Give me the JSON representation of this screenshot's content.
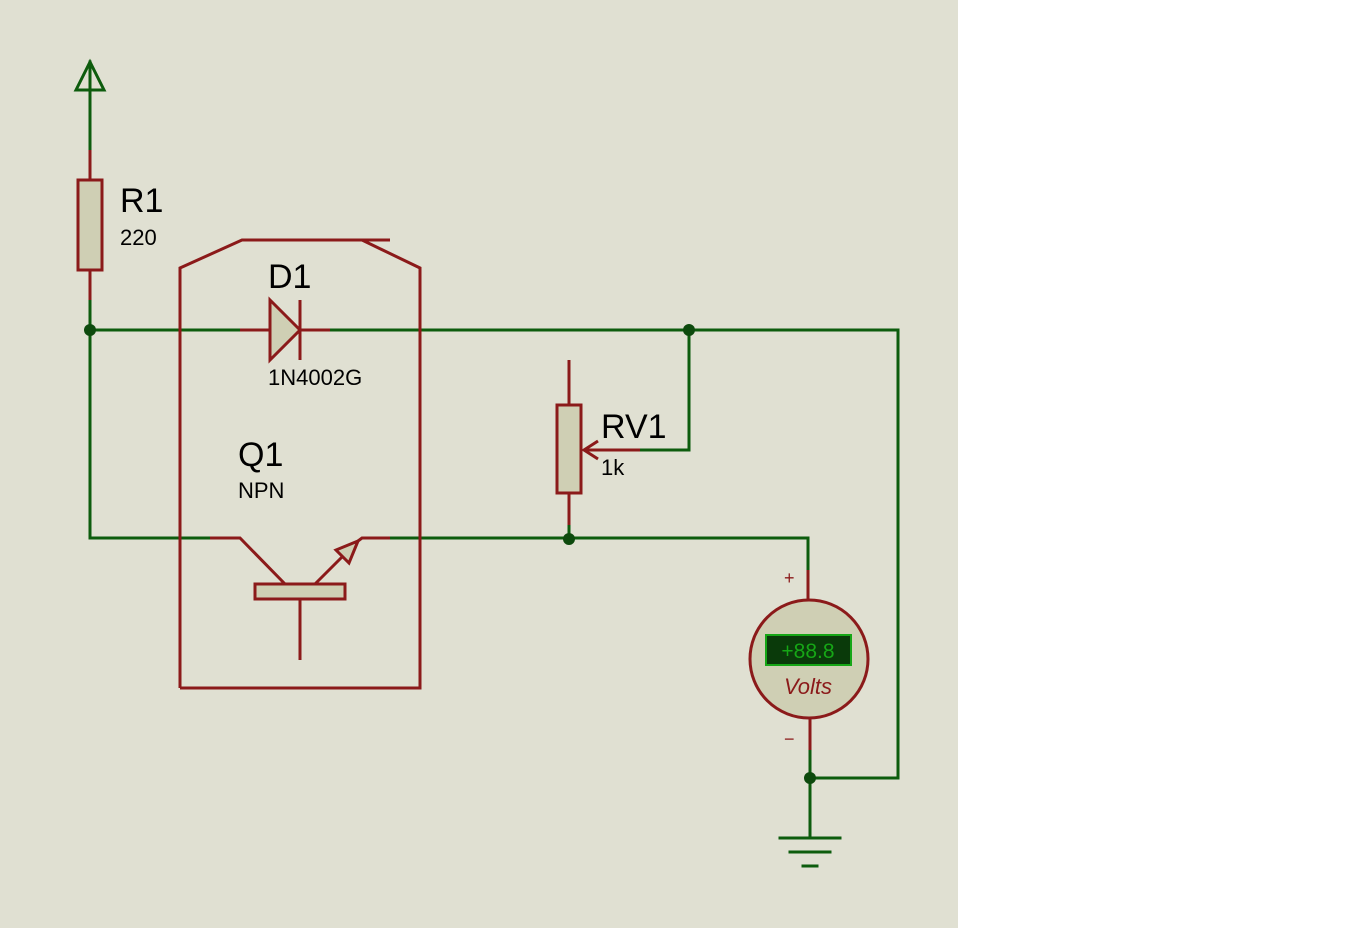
{
  "components": {
    "r1": {
      "ref": "R1",
      "value": "220"
    },
    "d1": {
      "ref": "D1",
      "value": "1N4002G"
    },
    "q1": {
      "ref": "Q1",
      "value": "NPN"
    },
    "rv1": {
      "ref": "RV1",
      "value": "1k"
    },
    "voltmeter": {
      "reading": "+88.8",
      "unit": "Volts",
      "plus_sign": "+",
      "minus_sign": "−"
    }
  },
  "colors": {
    "canvas_background": "#e0e0d2",
    "wire": "#0d5c0d",
    "component": "#8b1a1a",
    "component_body": "#cfcfb4",
    "display_background": "#0a3a0a",
    "display_digits": "#16a616"
  }
}
